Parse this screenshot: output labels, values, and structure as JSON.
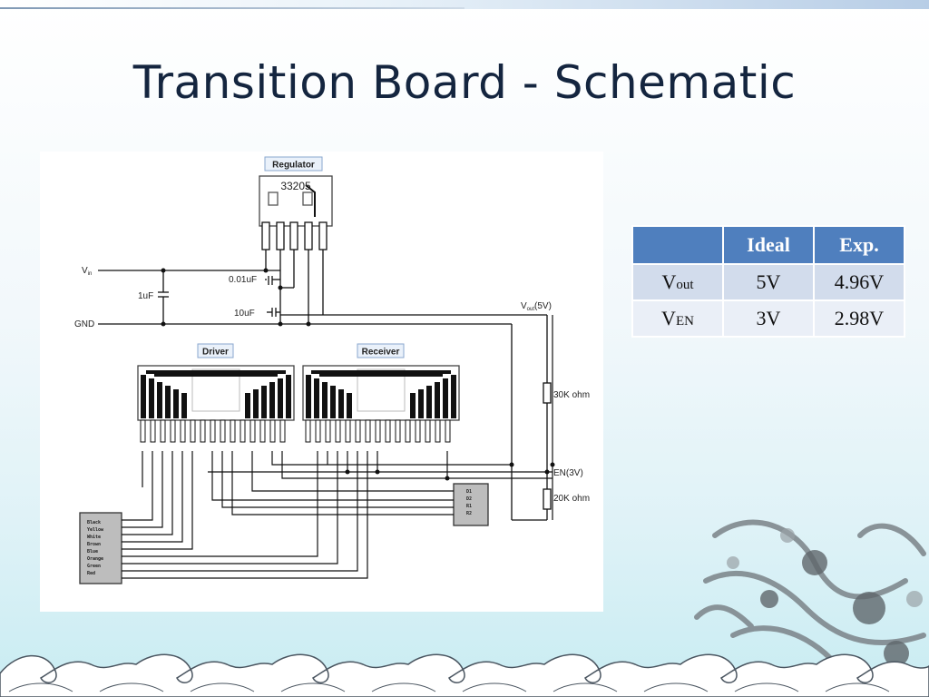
{
  "slide": {
    "title": "Transition Board - Schematic"
  },
  "schematic": {
    "regulator_label": "Regulator",
    "regulator_chip": "33205",
    "vin_label": "V",
    "vin_sub": "in",
    "gnd_label": "GND",
    "cap_1uf": "1uF",
    "cap_001uf": "0.01uF",
    "cap_10uf": "10uF",
    "vout_label": "V",
    "vout_sub": "out",
    "vout_value": "(5V)",
    "driver_label": "Driver",
    "receiver_label": "Receiver",
    "res_30k": "30K ohm",
    "res_20k": "20K ohm",
    "en_label": "EN(3V)",
    "connector_right": [
      "D1",
      "D2",
      "R1",
      "R2"
    ],
    "connector_left": [
      "Black",
      "Yellow",
      "White",
      "Brown",
      "Blue",
      "Orange",
      "Green",
      "Red"
    ]
  },
  "table": {
    "headers": [
      "",
      "Ideal",
      "Exp."
    ],
    "rows": [
      {
        "label_main": "V",
        "label_sub": "out",
        "ideal": "5V",
        "exp": "4.96V"
      },
      {
        "label_main": "V",
        "label_sub": "EN",
        "ideal": "3V",
        "exp": "2.98V"
      }
    ]
  },
  "colors": {
    "title": "#14253f",
    "table_header": "#4f7fbe",
    "table_row_1": "#d2dcec",
    "table_row_2": "#eaeff7"
  }
}
